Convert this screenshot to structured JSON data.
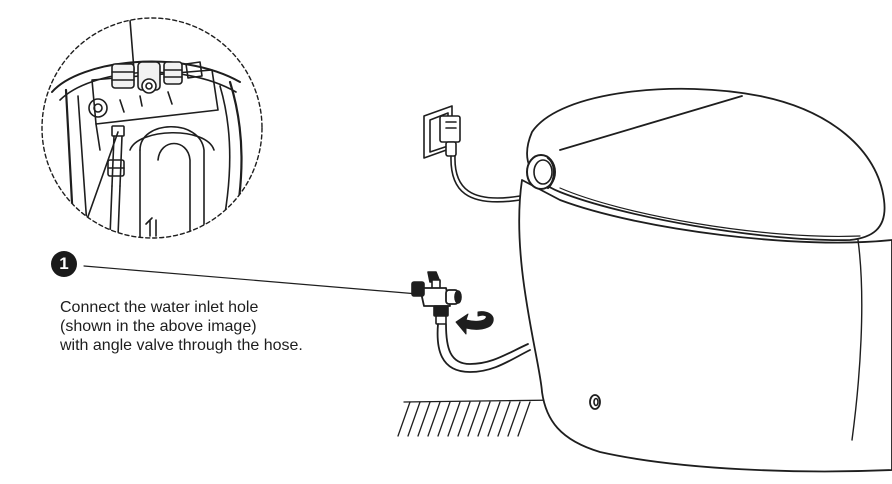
{
  "step": {
    "number": "1",
    "instruction_lines": [
      "Connect the water inlet hole",
      "(shown in the above image)",
      "with angle valve through the hose."
    ]
  },
  "colors": {
    "line": "#1e1e1e",
    "badge": "#1a1a1a",
    "background": "#ffffff"
  },
  "icons": [
    "rotate-arrow-icon",
    "wall-plug-icon"
  ]
}
